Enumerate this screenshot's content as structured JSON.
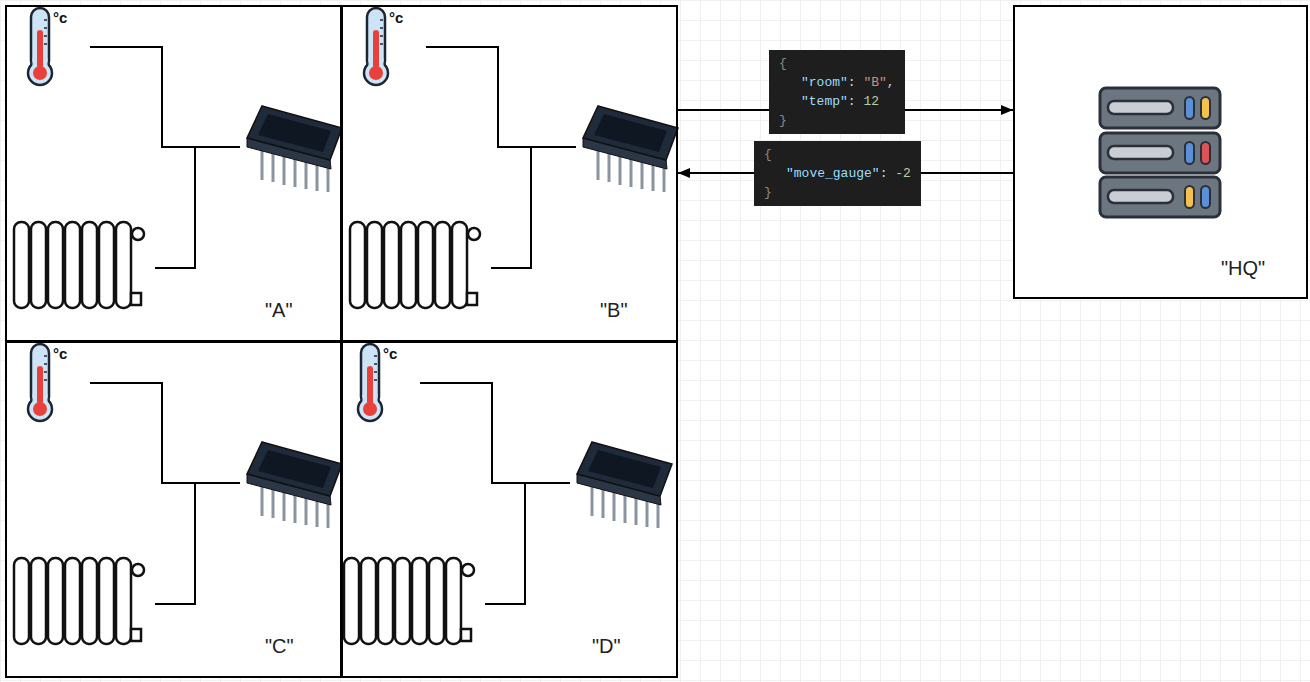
{
  "diagram": {
    "nodes": [
      {
        "text": [
          "\"A\""
        ]
      },
      {
        "text": [
          "\"B\""
        ]
      },
      {
        "text": [
          "\"C\""
        ]
      },
      {
        "text": [
          "\"D\""
        ]
      },
      {
        "text": [
          "\"HQ\""
        ]
      }
    ],
    "edges": [
      {
        "from": 1,
        "to": 4,
        "arrow": "to",
        "label": "{ \"room\": \"B\", \"temp\": 12 }"
      },
      {
        "from": 4,
        "to": 1,
        "arrow": "to",
        "label": "{ \"move_gauge\": -2 }"
      }
    ],
    "labels": [
      "°c",
      "°c",
      "°c",
      "°c"
    ]
  }
}
